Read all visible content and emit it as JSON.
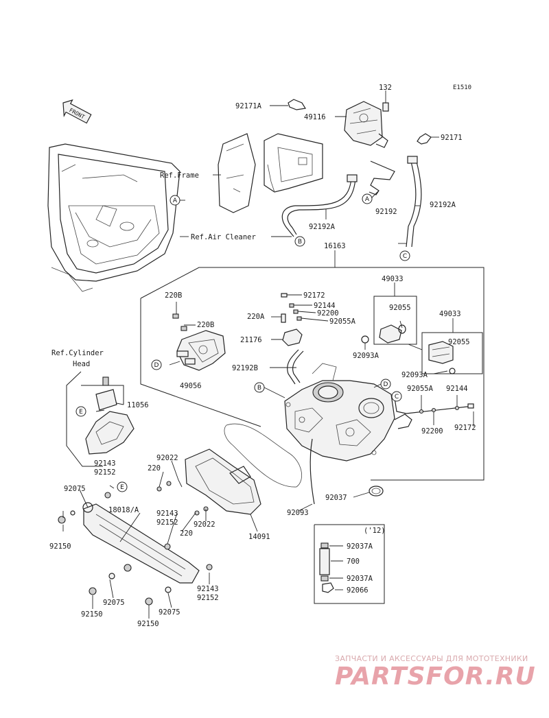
{
  "diagram": {
    "code": "E1510",
    "front_label": "FRONT",
    "ref_labels": {
      "frame": "Ref.Frame",
      "air_cleaner": "Ref.Air Cleaner",
      "cylinder_head_1": "Ref.Cylinder",
      "cylinder_head_2": "Head"
    },
    "callouts": [
      "A",
      "B",
      "C",
      "D",
      "E"
    ],
    "year_note": "('12)",
    "part_numbers": {
      "p92171A": "92171A",
      "p132": "132",
      "p49116": "49116",
      "p92171": "92171",
      "p92192": "92192",
      "p92192A_right": "92192A",
      "p92192A_left": "92192A",
      "p16163": "16163",
      "p49033_a": "49033",
      "p92055_a": "92055",
      "p49033_b": "49033",
      "p92055_b": "92055",
      "p92093A_a": "92093A",
      "p92093A_b": "92093A",
      "p92172_top": "92172",
      "p92144_top": "92144",
      "p92200_top": "92200",
      "p92055A_top": "92055A",
      "p220A": "220A",
      "p21176": "21176",
      "p92192B": "92192B",
      "p220B_a": "220B",
      "p220B_b": "220B",
      "p49056": "49056",
      "p92055A_right": "92055A",
      "p92144_right": "92144",
      "p92200_right": "92200",
      "p92172_right": "92172",
      "p11056": "11056",
      "p92143_a": "92143",
      "p92152_a": "92152",
      "p92075_a": "92075",
      "p92150_a": "92150",
      "p18018A": "18018/A",
      "p92022_a": "92022",
      "p220_a": "220",
      "p92143_b": "92143",
      "p92152_b": "92152",
      "p220_b": "220",
      "p92022_b": "92022",
      "p14091": "14091",
      "p92093": "92093",
      "p92037": "92037",
      "p92037A_a": "92037A",
      "p700": "700",
      "p92037A_b": "92037A",
      "p92066": "92066",
      "p92143_c": "92143",
      "p92152_c": "92152",
      "p92075_b": "92075",
      "p92150_b": "92150",
      "p92075_c": "92075",
      "p92150_c": "92150"
    }
  },
  "watermark": {
    "tagline": "ЗАПЧАСТИ И АКСЕССУАРЫ ДЛЯ МОТОТЕХНИКИ",
    "brand": "PARTSFOR.RU"
  }
}
